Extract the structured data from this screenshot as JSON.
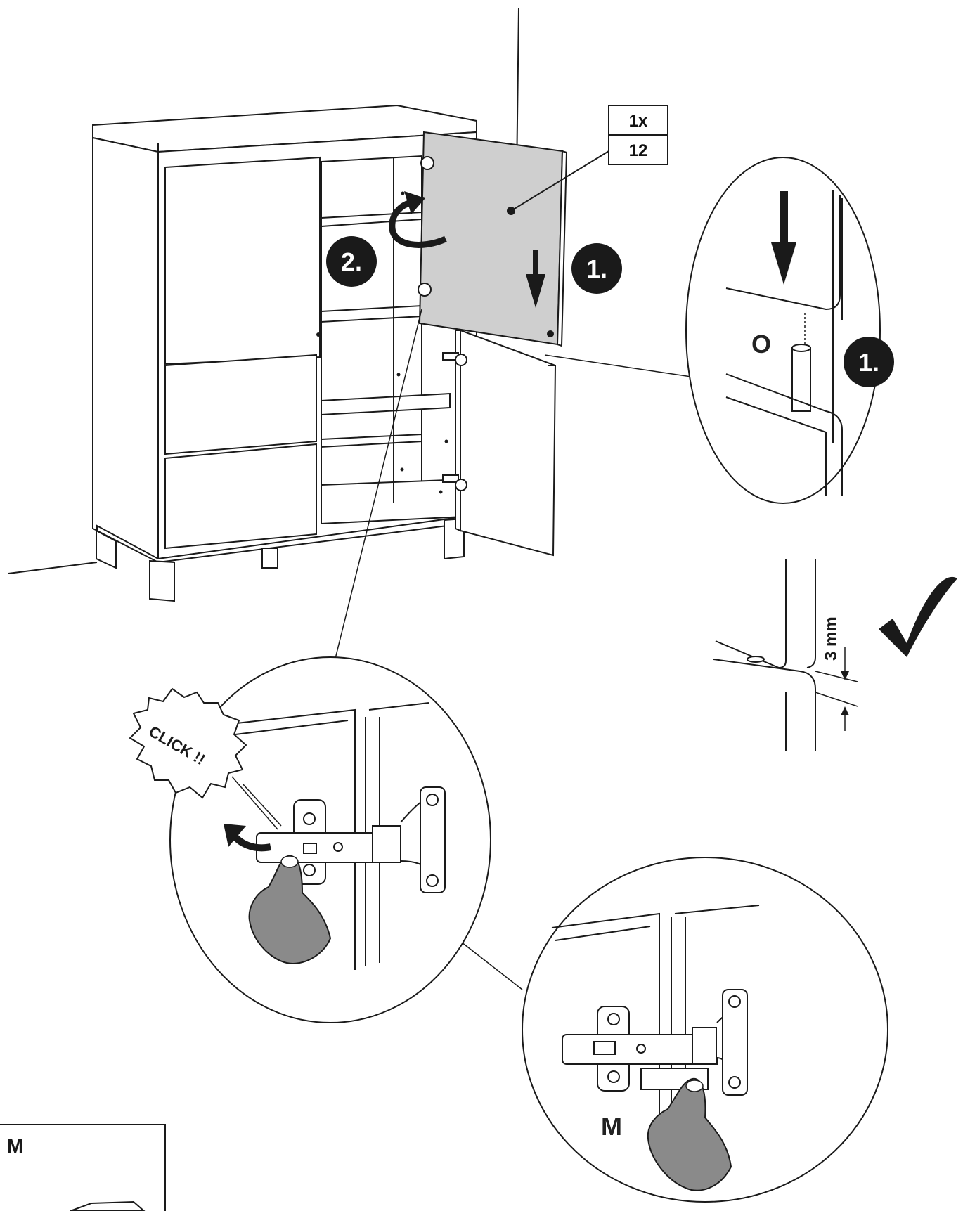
{
  "part_label": {
    "quantity": "1x",
    "number": "12"
  },
  "steps": {
    "step_1": "1.",
    "step_2": "2.",
    "detail_step_1": "1."
  },
  "detail_pin": {
    "letter": "O"
  },
  "gap_detail": {
    "measurement": "3 mm"
  },
  "hinge_detail": {
    "click_text": "CLICK !!"
  },
  "hinge_release": {
    "letter": "M"
  },
  "corner_box": {
    "letter": "M"
  },
  "colors": {
    "door_panel": "#cfcfcf",
    "badge": "#1a1a1a",
    "hand": "#8a8a8a",
    "line": "#1a1a1a"
  }
}
